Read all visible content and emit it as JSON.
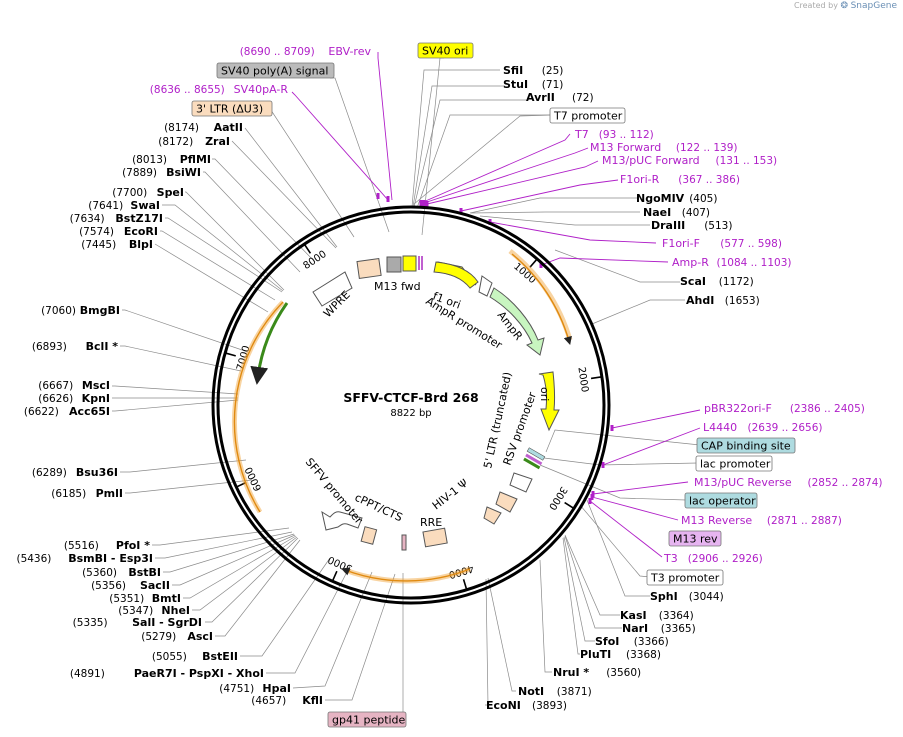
{
  "app": {
    "credit_prefix": "Created by",
    "credit_brand": "SnapGene"
  },
  "plasmid": {
    "name": "SFFV-CTCF-Brd 268",
    "length_text": "8822 bp",
    "length": 8822
  },
  "colors": {
    "primer": "#b020c8",
    "site": "#000000",
    "backbone": "#000000",
    "orange_arc": "#f0a030"
  },
  "scale_ticks": [
    1000,
    2000,
    3000,
    4000,
    5000,
    6000,
    7000,
    8000
  ],
  "sites": [
    {
      "name": "SfiI",
      "pos": "(25)",
      "side": "right"
    },
    {
      "name": "StuI",
      "pos": "(71)",
      "side": "right"
    },
    {
      "name": "AvrII",
      "pos": "(72)",
      "side": "right"
    },
    {
      "name": "NgoMIV",
      "pos": "(405)",
      "side": "right"
    },
    {
      "name": "NaeI",
      "pos": "(407)",
      "side": "right"
    },
    {
      "name": "DraIII",
      "pos": "(513)",
      "side": "right"
    },
    {
      "name": "ScaI",
      "pos": "(1172)",
      "side": "right"
    },
    {
      "name": "AhdI",
      "pos": "(1653)",
      "side": "right"
    },
    {
      "name": "SphI",
      "pos": "(3044)",
      "side": "right"
    },
    {
      "name": "KasI",
      "pos": "(3364)",
      "side": "right"
    },
    {
      "name": "NarI",
      "pos": "(3365)",
      "side": "right"
    },
    {
      "name": "SfoI",
      "pos": "(3366)",
      "side": "right"
    },
    {
      "name": "PluTI",
      "pos": "(3368)",
      "side": "right"
    },
    {
      "name": "NruI *",
      "pos": "(3560)",
      "side": "right"
    },
    {
      "name": "NotI",
      "pos": "(3871)",
      "side": "right"
    },
    {
      "name": "EcoNI",
      "pos": "(3893)",
      "side": "right"
    },
    {
      "name": "KflI",
      "pos": "(4657)",
      "side": "left"
    },
    {
      "name": "HpaI",
      "pos": "(4751)",
      "side": "left"
    },
    {
      "name": "PaeR7I - PspXI - XhoI",
      "pos": "(4891)",
      "side": "left"
    },
    {
      "name": "BstEII",
      "pos": "(5055)",
      "side": "left"
    },
    {
      "name": "AscI",
      "pos": "(5279)",
      "side": "left"
    },
    {
      "name": "SalI - SgrDI",
      "pos": "(5335)",
      "side": "left"
    },
    {
      "name": "NheI",
      "pos": "(5347)",
      "side": "left"
    },
    {
      "name": "BmtI",
      "pos": "(5351)",
      "side": "left"
    },
    {
      "name": "SacII",
      "pos": "(5356)",
      "side": "left"
    },
    {
      "name": "BstBI",
      "pos": "(5360)",
      "side": "left"
    },
    {
      "name": "BsmBI - Esp3I",
      "pos": "(5436)",
      "side": "left"
    },
    {
      "name": "PfoI *",
      "pos": "(5516)",
      "side": "left"
    },
    {
      "name": "PmlI",
      "pos": "(6185)",
      "side": "left"
    },
    {
      "name": "Bsu36I",
      "pos": "(6289)",
      "side": "left"
    },
    {
      "name": "Acc65I",
      "pos": "(6622)",
      "side": "left"
    },
    {
      "name": "KpnI",
      "pos": "(6626)",
      "side": "left"
    },
    {
      "name": "MscI",
      "pos": "(6667)",
      "side": "left"
    },
    {
      "name": "BclI *",
      "pos": "(6893)",
      "side": "left"
    },
    {
      "name": "BmgBI",
      "pos": "(7060)",
      "side": "left"
    },
    {
      "name": "BlpI",
      "pos": "(7445)",
      "side": "left"
    },
    {
      "name": "EcoRI",
      "pos": "(7574)",
      "side": "left"
    },
    {
      "name": "BstZ17I",
      "pos": "(7634)",
      "side": "left"
    },
    {
      "name": "SwaI",
      "pos": "(7641)",
      "side": "left"
    },
    {
      "name": "SpeI",
      "pos": "(7700)",
      "side": "left"
    },
    {
      "name": "BsiWI",
      "pos": "(7889)",
      "side": "left"
    },
    {
      "name": "PflMI",
      "pos": "(8013)",
      "side": "left"
    },
    {
      "name": "ZraI",
      "pos": "(8172)",
      "side": "left"
    },
    {
      "name": "AatII",
      "pos": "(8174)",
      "side": "left"
    }
  ],
  "primers": [
    {
      "name": "EBV-rev",
      "range": "(8690 .. 8709)"
    },
    {
      "name": "SV40pA-R",
      "range": "(8636 .. 8655)"
    },
    {
      "name": "T7",
      "range": "(93 .. 112)"
    },
    {
      "name": "M13 Forward",
      "range": "(122 .. 139)"
    },
    {
      "name": "M13/pUC Forward",
      "range": "(131 .. 153)"
    },
    {
      "name": "F1ori-R",
      "range": "(367 .. 386)"
    },
    {
      "name": "F1ori-F",
      "range": "(577 .. 598)"
    },
    {
      "name": "Amp-R",
      "range": "(1084 .. 1103)"
    },
    {
      "name": "pBR322ori-F",
      "range": "(2386 .. 2405)"
    },
    {
      "name": "L4440",
      "range": "(2639 .. 2656)"
    },
    {
      "name": "M13/pUC Reverse",
      "range": "(2852 .. 2874)"
    },
    {
      "name": "M13 Reverse",
      "range": "(2871 .. 2887)"
    },
    {
      "name": "T3",
      "range": "(2906 .. 2926)"
    }
  ],
  "boxes": [
    {
      "label": "SV40 ori",
      "fill": "#ffff00"
    },
    {
      "label": "SV40 poly(A) signal",
      "fill": "#bbbbbb"
    },
    {
      "label": "3' LTR (ΔU3)",
      "fill": "#fadcbe"
    },
    {
      "label": "T7 promoter",
      "fill": "#ffffff"
    },
    {
      "label": "CAP binding site",
      "fill": "#aedbe0"
    },
    {
      "label": "lac promoter",
      "fill": "#ffffff"
    },
    {
      "label": "lac operator",
      "fill": "#aedbe0"
    },
    {
      "label": "M13 rev",
      "fill": "#e6b4f0"
    },
    {
      "label": "T3 promoter",
      "fill": "#ffffff"
    },
    {
      "label": "gp41 peptide",
      "fill": "#e6b4c3"
    }
  ],
  "inner_labels": {
    "m13fwd": "M13 fwd",
    "f1ori": "f1 ori",
    "ampr_promoter": "AmpR promoter",
    "ampr": "AmpR",
    "ori": "ori",
    "ltr5": "5' LTR (truncated)",
    "rsv": "RSV promoter",
    "hiv_psi": "HIV-1 Ψ",
    "rre": "RRE",
    "cppt": "cPPT/CTS",
    "sffv": "SFFV promoter",
    "wpre": "WPRE"
  }
}
